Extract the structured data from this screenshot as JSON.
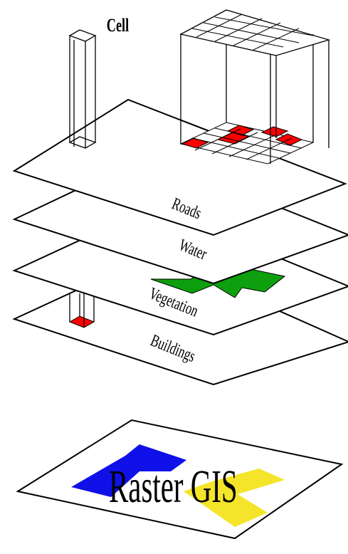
{
  "labels": {
    "cell": "Cell",
    "roads": "Roads",
    "water": "Water",
    "vegetation": "Vegetation",
    "buildings": "Buildings",
    "raster_gis": "Raster GIS"
  },
  "colors": {
    "road_cells": "#ff0000",
    "vegetation": "#0d9f0d",
    "building": "#ff0000",
    "raster_blue": "#1010e8",
    "raster_yellow": "#f4e52a",
    "line": "#000000"
  }
}
